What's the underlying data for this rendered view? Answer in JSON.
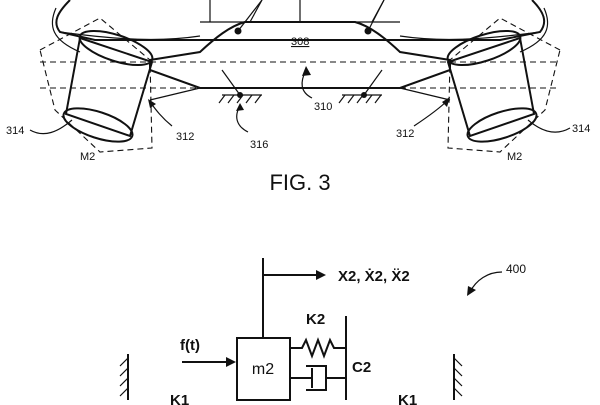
{
  "fig3": {
    "caption": "FIG. 3",
    "labels": {
      "body": "308",
      "actuator_left": "314",
      "actuator_right": "314",
      "link_left": "312",
      "link_right": "312",
      "arrow_310": "310",
      "ground_316": "316",
      "mass_left": "M2",
      "mass_right": "M2"
    }
  },
  "fig4": {
    "ref": "400",
    "motion_label": "X2, Ẋ2, Ẍ2",
    "force_label": "f(t)",
    "mass_label": "m2",
    "spring_k2": "K2",
    "damper_c2": "C2",
    "spring_k1_left": "K1",
    "spring_k1_right": "K1"
  }
}
